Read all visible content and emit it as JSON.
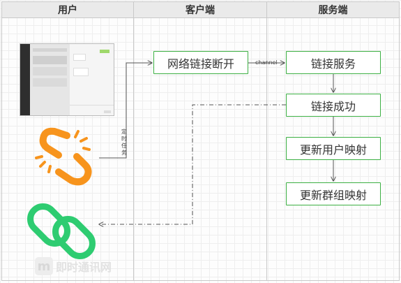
{
  "lanes": [
    {
      "label": "用户"
    },
    {
      "label": "客户端"
    },
    {
      "label": "服务端"
    }
  ],
  "nodes": {
    "client_disconnect": "网络链接断开",
    "link_service": "链接服务",
    "link_success": "链接成功",
    "update_user_map": "更新用户映射",
    "update_group_map": "更新群组映射"
  },
  "edge_labels": {
    "channel": "channel",
    "timer_task": [
      "定",
      "时",
      "任",
      "务"
    ]
  },
  "icons": {
    "broken_link": "broken-chain-icon",
    "connected_link": "connected-chain-icon"
  },
  "colors": {
    "node_border": "#3cb043",
    "broken_link": "#f7941d",
    "connected_link": "#2ecc71"
  },
  "watermark": {
    "logo_text": "即时通讯网",
    "logo_glyph": "m"
  }
}
